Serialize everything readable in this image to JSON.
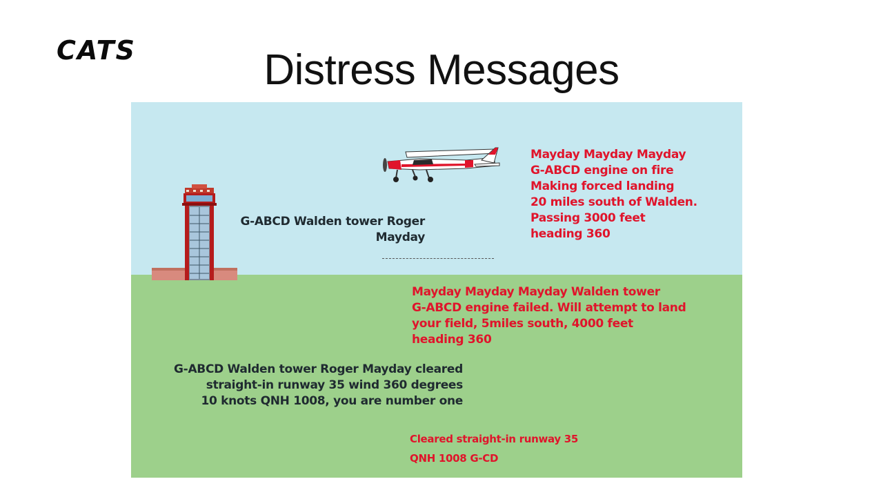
{
  "logo": {
    "text": "CATS"
  },
  "title": "Distress Messages",
  "messages": {
    "pilot_1": [
      "Mayday Mayday Mayday",
      "G-ABCD engine on fire",
      "Making forced landing",
      "20 miles south of Walden.",
      "Passing 3000 feet",
      "heading 360"
    ],
    "tower_1": [
      "G-ABCD Walden tower Roger",
      "Mayday"
    ],
    "pilot_2": [
      "Mayday Mayday Mayday Walden tower",
      "G-ABCD engine failed. Will attempt to land",
      "your field, 5miles south, 4000 feet",
      "heading 360"
    ],
    "tower_2": [
      "G-ABCD Walden tower Roger Mayday cleared",
      "straight-in runway 35 wind 360 degrees",
      "10 knots QNH 1008, you are number one"
    ],
    "pilot_3": [
      "Cleared straight-in runway 35",
      "QNH 1008 G-CD"
    ]
  },
  "colors": {
    "sky": "#c6e8f0",
    "ground": "#9dd08b",
    "pilot_text": "#e0142b",
    "tower_text": "#1f2a30"
  },
  "icons": [
    "cats-logo",
    "control-tower-icon",
    "airplane-icon"
  ]
}
